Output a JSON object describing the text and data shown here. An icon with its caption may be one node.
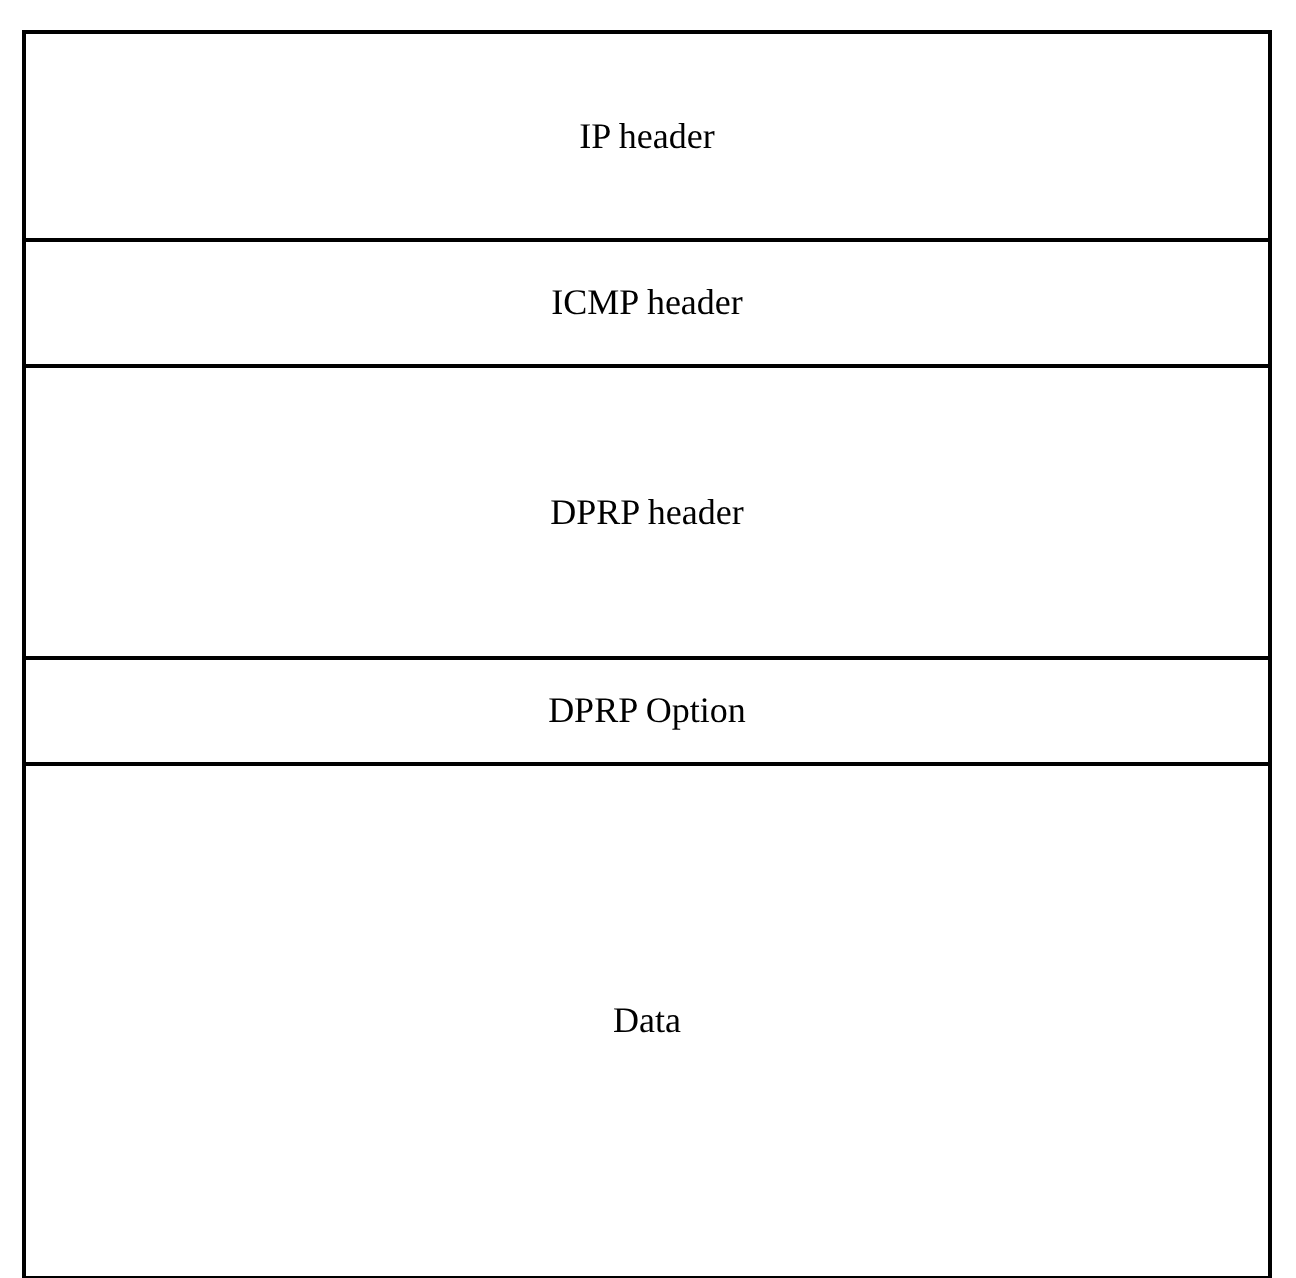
{
  "diagram": {
    "nodes": [
      {
        "text": [
          "IP header"
        ]
      },
      {
        "text": [
          "ICMP header"
        ]
      },
      {
        "text": [
          "DPRP header"
        ]
      },
      {
        "text": [
          "DPRP Option"
        ]
      },
      {
        "text": [
          "Data"
        ]
      }
    ]
  }
}
